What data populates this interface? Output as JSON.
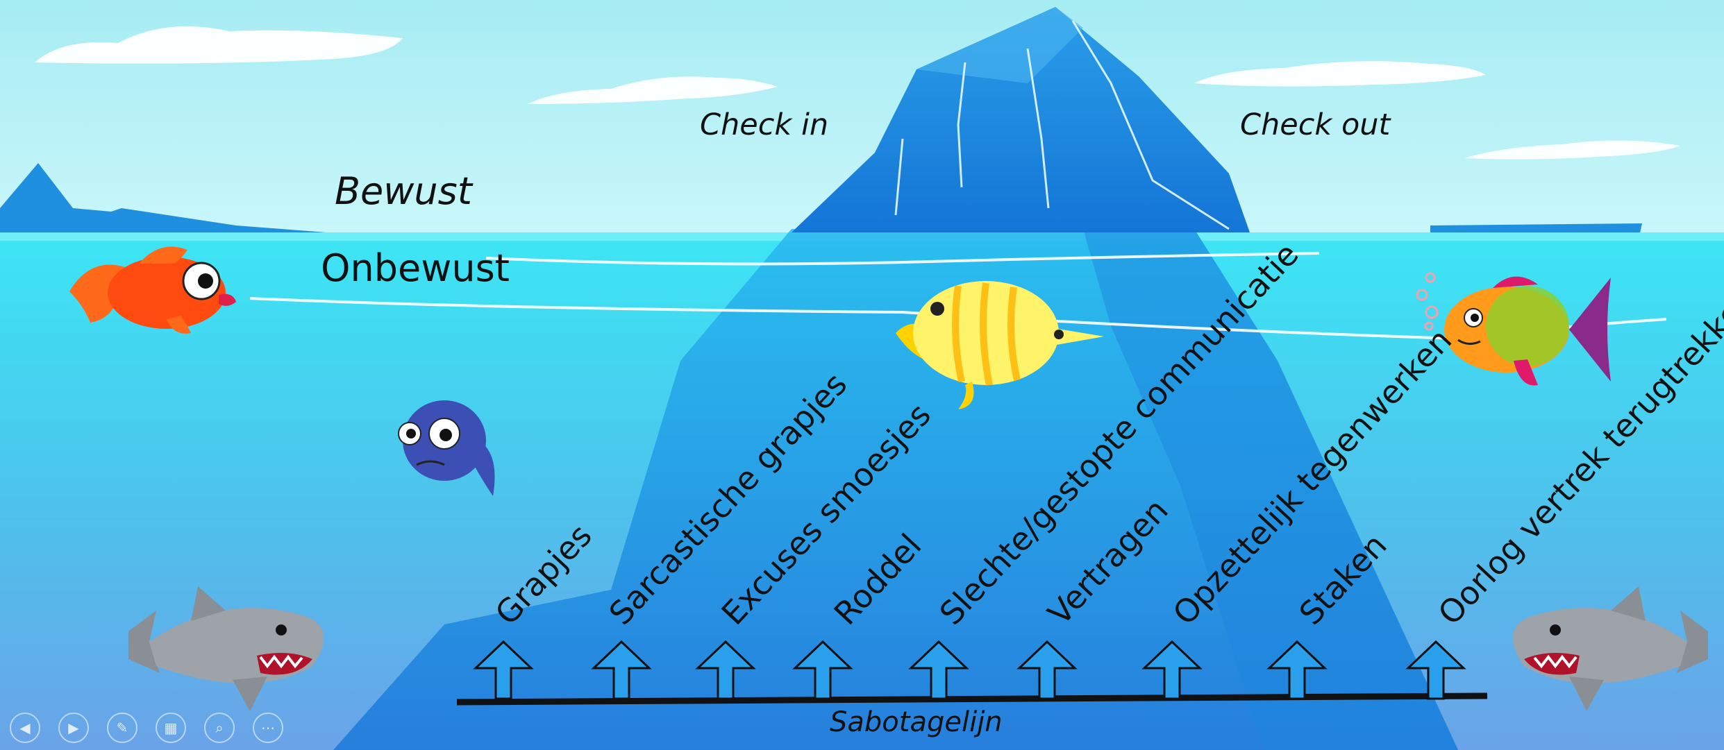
{
  "labels": {
    "check_in": "Check in",
    "check_out": "Check out",
    "bewust": "Bewust",
    "onbewust": "Onbewust",
    "sabotagelijn": "Sabotagelijn"
  },
  "behaviors": [
    "Grapjes",
    "Sarcastische grapjes",
    "Excuses smoesjes",
    "Roddel",
    "Slechte/gestopte communicatie",
    "Vertragen",
    "Opzettelijk tegenwerken",
    "Staken",
    "Oorlog vertrek terugtrekken"
  ],
  "icons": {
    "fish": [
      "goldfish-icon",
      "blue-fish-icon",
      "butterfly-fish-icon",
      "rainbow-fish-icon"
    ],
    "sharks": [
      "shark-left-icon",
      "shark-right-icon"
    ],
    "toolbar": [
      "previous-icon",
      "next-icon",
      "pen-icon",
      "slides-icon",
      "zoom-icon",
      "more-icon"
    ]
  },
  "colors": {
    "sky": "#a8edf4",
    "water_top": "#3fe0f2",
    "water_bottom": "#74aeea",
    "iceberg": "#1a8de0",
    "line": "#111111"
  }
}
